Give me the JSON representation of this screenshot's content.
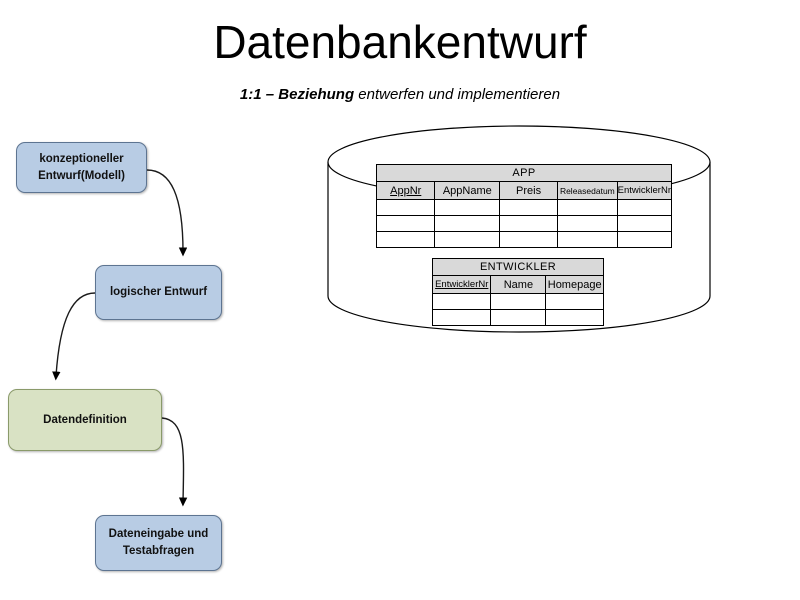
{
  "slide": {
    "title": "Datenbankentwurf",
    "subtitle_bold": "1:1 – Beziehung",
    "subtitle_rest": " entwerfen und implementieren"
  },
  "flow": {
    "boxes": [
      {
        "id": "konzept",
        "label": "konzeptioneller\nEntwurf(Modell)",
        "color": "#b8cce4"
      },
      {
        "id": "logisch",
        "label": "logischer Entwurf",
        "color": "#b8cce4"
      },
      {
        "id": "datendef",
        "label": "Datendefinition",
        "color": "#d9e2c4"
      },
      {
        "id": "eingabe",
        "label": "Dateneingabe und\nTestabfragen",
        "color": "#b8cce4"
      }
    ]
  },
  "database": {
    "shape": "cylinder",
    "tables": [
      {
        "name": "APP",
        "columns": [
          {
            "label": "AppNr",
            "key": "primary"
          },
          {
            "label": "AppName",
            "key": "none"
          },
          {
            "label": "Preis",
            "key": "none"
          },
          {
            "label": "Releasedatum",
            "key": "none"
          },
          {
            "label": "EntwicklerNr",
            "key": "foreign"
          }
        ],
        "empty_rows": 3
      },
      {
        "name": "ENTWICKLER",
        "columns": [
          {
            "label": "EntwicklerNr",
            "key": "primary"
          },
          {
            "label": "Name",
            "key": "none"
          },
          {
            "label": "Homepage",
            "key": "none"
          }
        ],
        "empty_rows": 2
      }
    ]
  },
  "colors": {
    "box_blue": "#b8cce4",
    "box_green": "#d9e2c4",
    "box_border": "#5d7491",
    "table_header": "#d9d9d9",
    "line": "#000000"
  }
}
